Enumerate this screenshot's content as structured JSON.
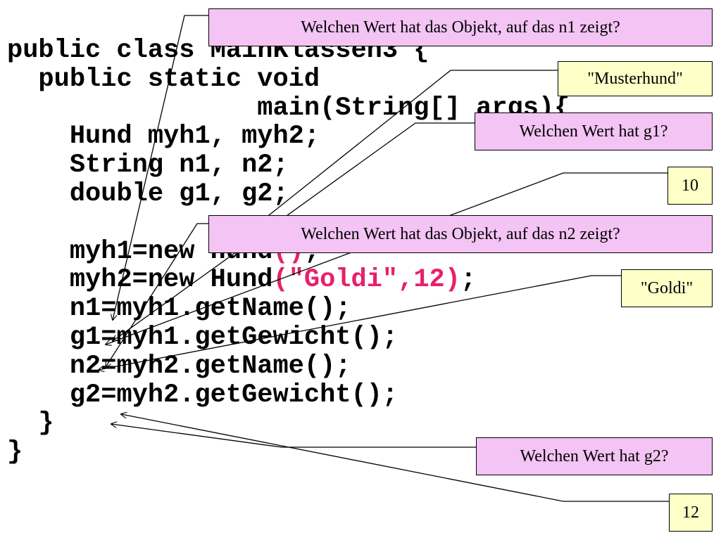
{
  "code_lines": [
    {
      "indent": "",
      "text": "public class MainKlassen3 {",
      "hl": "",
      "tail": ""
    },
    {
      "indent": "  ",
      "text": "public static void",
      "hl": "",
      "tail": ""
    },
    {
      "indent": "                ",
      "text": "main(String[] args){",
      "hl": "",
      "tail": ""
    },
    {
      "indent": "    ",
      "text": "Hund myh1, myh2;",
      "hl": "",
      "tail": ""
    },
    {
      "indent": "    ",
      "text": "String n1, n2;",
      "hl": "",
      "tail": ""
    },
    {
      "indent": "    ",
      "text": "double g1, g2;",
      "hl": "",
      "tail": ""
    },
    {
      "indent": "",
      "text": "",
      "hl": "",
      "tail": ""
    },
    {
      "indent": "    ",
      "text": "myh1=new Hund",
      "hl": "()",
      "tail": ";"
    },
    {
      "indent": "    ",
      "text": "myh2=new Hund",
      "hl": "(\"Goldi\",12)",
      "tail": ";"
    },
    {
      "indent": "    ",
      "text": "n1=myh1.getName();",
      "hl": "",
      "tail": ""
    },
    {
      "indent": "    ",
      "text": "g1=myh1.getGewicht();",
      "hl": "",
      "tail": ""
    },
    {
      "indent": "    ",
      "text": "n2=myh2.getName();",
      "hl": "",
      "tail": ""
    },
    {
      "indent": "    ",
      "text": "g2=myh2.getGewicht();",
      "hl": "",
      "tail": ""
    },
    {
      "indent": "  ",
      "text": "}",
      "hl": "",
      "tail": ""
    },
    {
      "indent": "",
      "text": "}",
      "hl": "",
      "tail": ""
    }
  ],
  "questions": {
    "q_n1": "Welchen Wert hat das Objekt, auf das n1 zeigt?",
    "q_g1": "Welchen Wert hat g1?",
    "q_n2": "Welchen Wert hat das Objekt, auf das n2 zeigt?",
    "q_g2": "Welchen Wert hat g2?"
  },
  "answers": {
    "a_n1": "\"Musterhund\"",
    "a_g1": "10",
    "a_n2": "\"Goldi\"",
    "a_g2": "12"
  },
  "colors": {
    "question_bg": "#f3c4f4",
    "answer_bg": "#ffffc8",
    "code_highlight": "#e8206a"
  }
}
